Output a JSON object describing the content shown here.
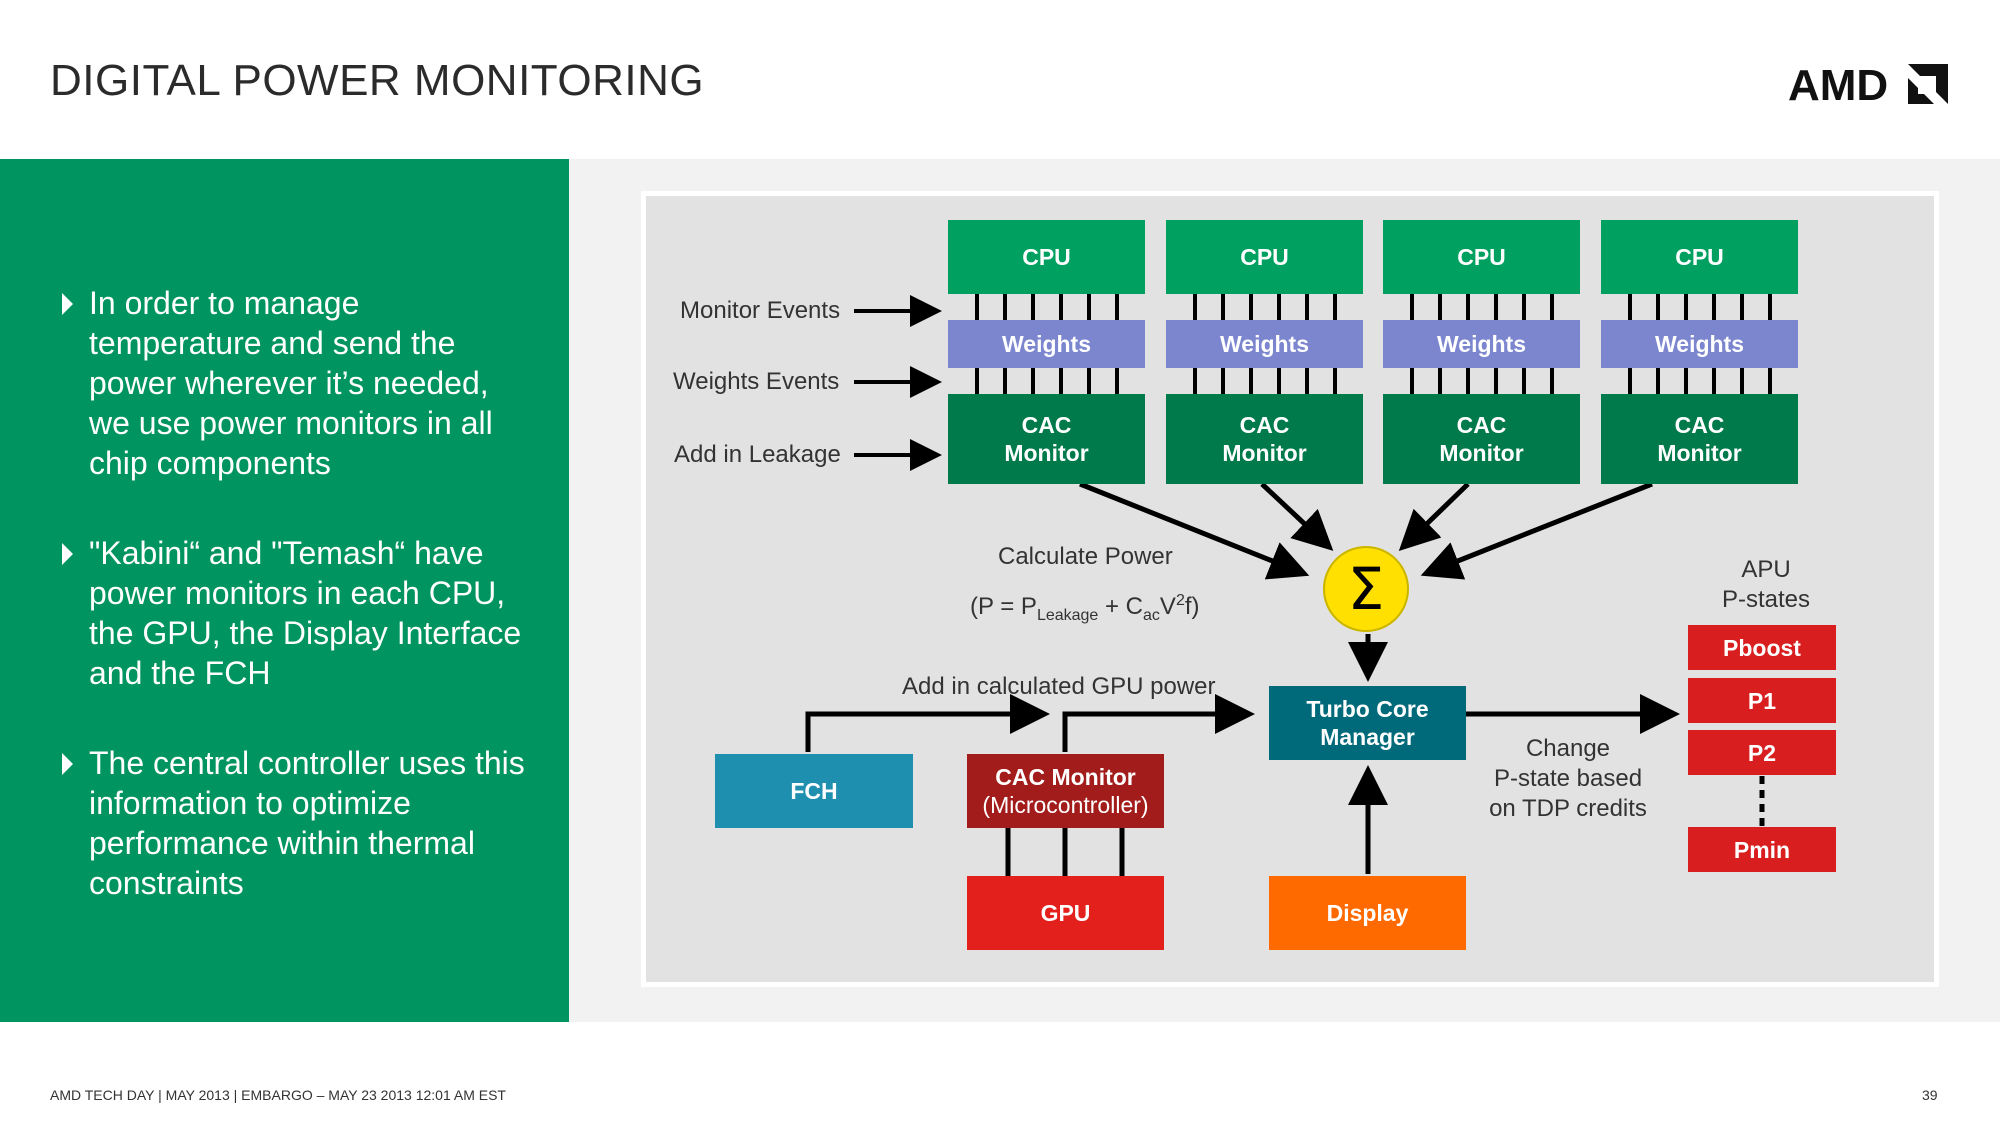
{
  "slide": {
    "title": "DIGITAL POWER MONITORING",
    "logo_text": "AMD",
    "bullets": [
      "In order to manage temperature and send the power wherever it’s needed, we use power monitors in all chip components",
      "\"Kabini“ and \"Temash“ have power monitors in each CPU, the GPU, the Display Interface and the FCH",
      "The central controller uses this information to optimize performance within thermal constraints"
    ],
    "footer": "AMD TECH DAY  |  MAY 2013  |  EMBARGO – MAY 23 2013 12:01 AM EST",
    "page_number": "39"
  },
  "diagram": {
    "cpu_columns": [
      {
        "cpu": "CPU",
        "weights": "Weights",
        "cac_line1": "CAC",
        "cac_line2": "Monitor"
      },
      {
        "cpu": "CPU",
        "weights": "Weights",
        "cac_line1": "CAC",
        "cac_line2": "Monitor"
      },
      {
        "cpu": "CPU",
        "weights": "Weights",
        "cac_line1": "CAC",
        "cac_line2": "Monitor"
      },
      {
        "cpu": "CPU",
        "weights": "Weights",
        "cac_line1": "CAC",
        "cac_line2": "Monitor"
      }
    ],
    "inputs": [
      "Monitor Events",
      "Weights Events",
      "Add in Leakage"
    ],
    "calc_power_label": "Calculate Power",
    "formula": {
      "p": "(P = P",
      "leakage_sub": "Leakage",
      "plus_c": " + C",
      "ac_sub": "ac",
      "v": "V",
      "sq_sup": "2",
      "f": "f)"
    },
    "sigma_symbol": "Σ",
    "turbo_core": {
      "line1": "Turbo Core",
      "line2": "Manager"
    },
    "gpu_power_label": "Add in calculated GPU power",
    "fch": "FCH",
    "cac_micro": {
      "line1": "CAC Monitor",
      "line2": "(Microcontroller)"
    },
    "gpu": "GPU",
    "display": "Display",
    "change_label": [
      "Change",
      "P-state based",
      "on TDP credits"
    ],
    "apu_label": [
      "APU",
      "P-states"
    ],
    "pstates": [
      "Pboost",
      "P1",
      "P2",
      "Pmin"
    ],
    "colors": {
      "green_panel": "#009460",
      "cpu": "#00a060",
      "weights": "#7b86cf",
      "cac_monitor": "#007a4a",
      "sigma": "#ffe000",
      "turbo_core": "#006a7a",
      "fch": "#1f8fb0",
      "cac_micro": "#a31c1c",
      "gpu": "#e3201b",
      "display": "#ff6a00",
      "pstate": "#d81e1e"
    }
  }
}
